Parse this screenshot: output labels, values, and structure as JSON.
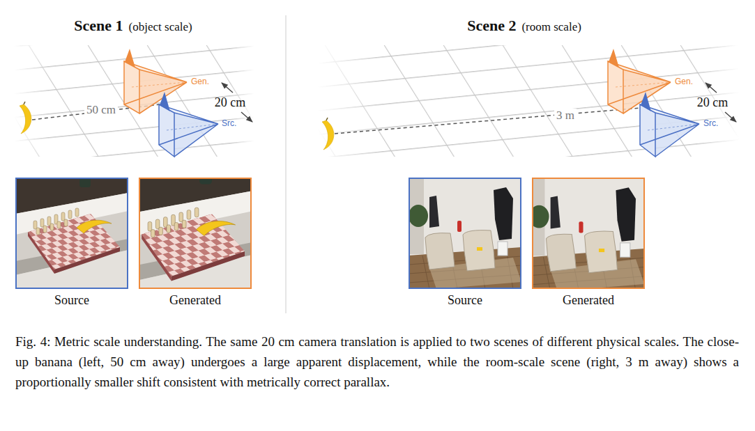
{
  "diagram": {
    "caption": "Fig. 4: Metric scale understanding. The same 20 cm camera translation is applied to two scenes of different physical scales. The close-up banana (left, 50 cm away) undergoes a large apparent displacement, while the room-scale scene (right, 3 m away) shows a proportionally smaller shift consistent with metrically correct parallax.",
    "nodes": [
      {
        "text": [
          "Source"
        ]
      },
      {
        "text": [
          "Generated"
        ]
      },
      {
        "text": [
          "Source"
        ]
      },
      {
        "text": [
          "Generated"
        ]
      }
    ],
    "labels": [
      "Scene 1",
      "(object scale)",
      "50 cm",
      "20 cm",
      "Gen.",
      "Src.",
      "Scene 2",
      "(room scale)",
      "3 m",
      "20 cm",
      "Gen.",
      "Src."
    ]
  }
}
